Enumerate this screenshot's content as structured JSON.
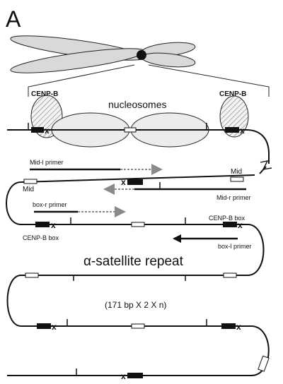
{
  "figure": {
    "panel_letter": "A",
    "labels": {
      "nucleosomes": "nucleosomes",
      "cenpb_left": "CENP-B",
      "cenpb_right": "CENP-B",
      "mid_l_primer": "Mid-l primer",
      "mid_top_right": "Mid",
      "mid_left": "Mid",
      "mid_r_primer": "Mid-r primer",
      "box_r_primer": "box-r primer",
      "cenpb_box_right": "CENP-B box",
      "cenpb_box_left": "CENP-B box",
      "box_l_primer": "box-l primer",
      "satellite_title": "α-satellite repeat",
      "repeat_formula": "(171 bp X 2 X n)"
    },
    "colors": {
      "line": "#111111",
      "chromosome_fill": "#d9d9d9",
      "nucleosome_fill": "#ececec",
      "primer_dashed": "#8a8a8a"
    }
  }
}
